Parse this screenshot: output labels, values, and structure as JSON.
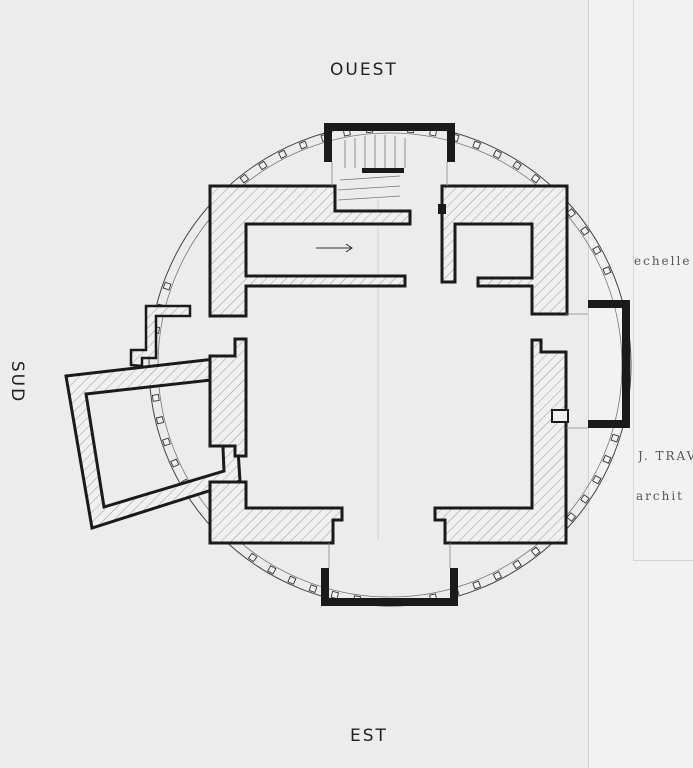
{
  "plan": {
    "north_label": "OUEST",
    "south_label": "EST",
    "left_label": "SUD"
  },
  "sidebar": {
    "scale_text": "echelle",
    "author_text": "J. TRAV",
    "role_text": "archit"
  },
  "colors": {
    "background": "#ececec",
    "ink": "#1a1a1a",
    "hatch": "#8a8a8a"
  }
}
